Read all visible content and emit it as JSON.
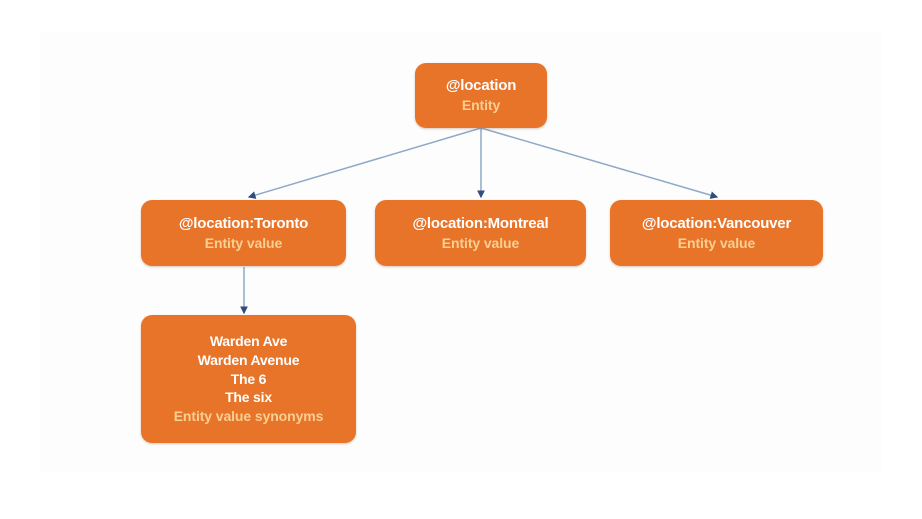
{
  "diagram": {
    "type": "hierarchy-tree",
    "colors": {
      "node_fill": "#E8742A",
      "primary_text": "#FFFFFF",
      "secondary_text": "#F9CF92",
      "connector_line": "#8FA8C8",
      "arrowhead": "#2F4E7E",
      "canvas_background": "#FDFDFD",
      "page_background": "#FFFFFF"
    },
    "nodes": {
      "root": {
        "title": "@location",
        "subtitle": "Entity"
      },
      "toronto": {
        "title": "@location:Toronto",
        "subtitle": "Entity value"
      },
      "montreal": {
        "title": "@location:Montreal",
        "subtitle": "Entity value"
      },
      "vancouver": {
        "title": "@location:Vancouver",
        "subtitle": "Entity value"
      },
      "synonyms": {
        "lines": [
          "Warden Ave",
          "Warden Avenue",
          "The 6",
          "The six"
        ],
        "subtitle": "Entity value synonyms"
      }
    },
    "edges": [
      {
        "from": "root",
        "to": "toronto"
      },
      {
        "from": "root",
        "to": "montreal"
      },
      {
        "from": "root",
        "to": "vancouver"
      },
      {
        "from": "toronto",
        "to": "synonyms"
      }
    ]
  }
}
